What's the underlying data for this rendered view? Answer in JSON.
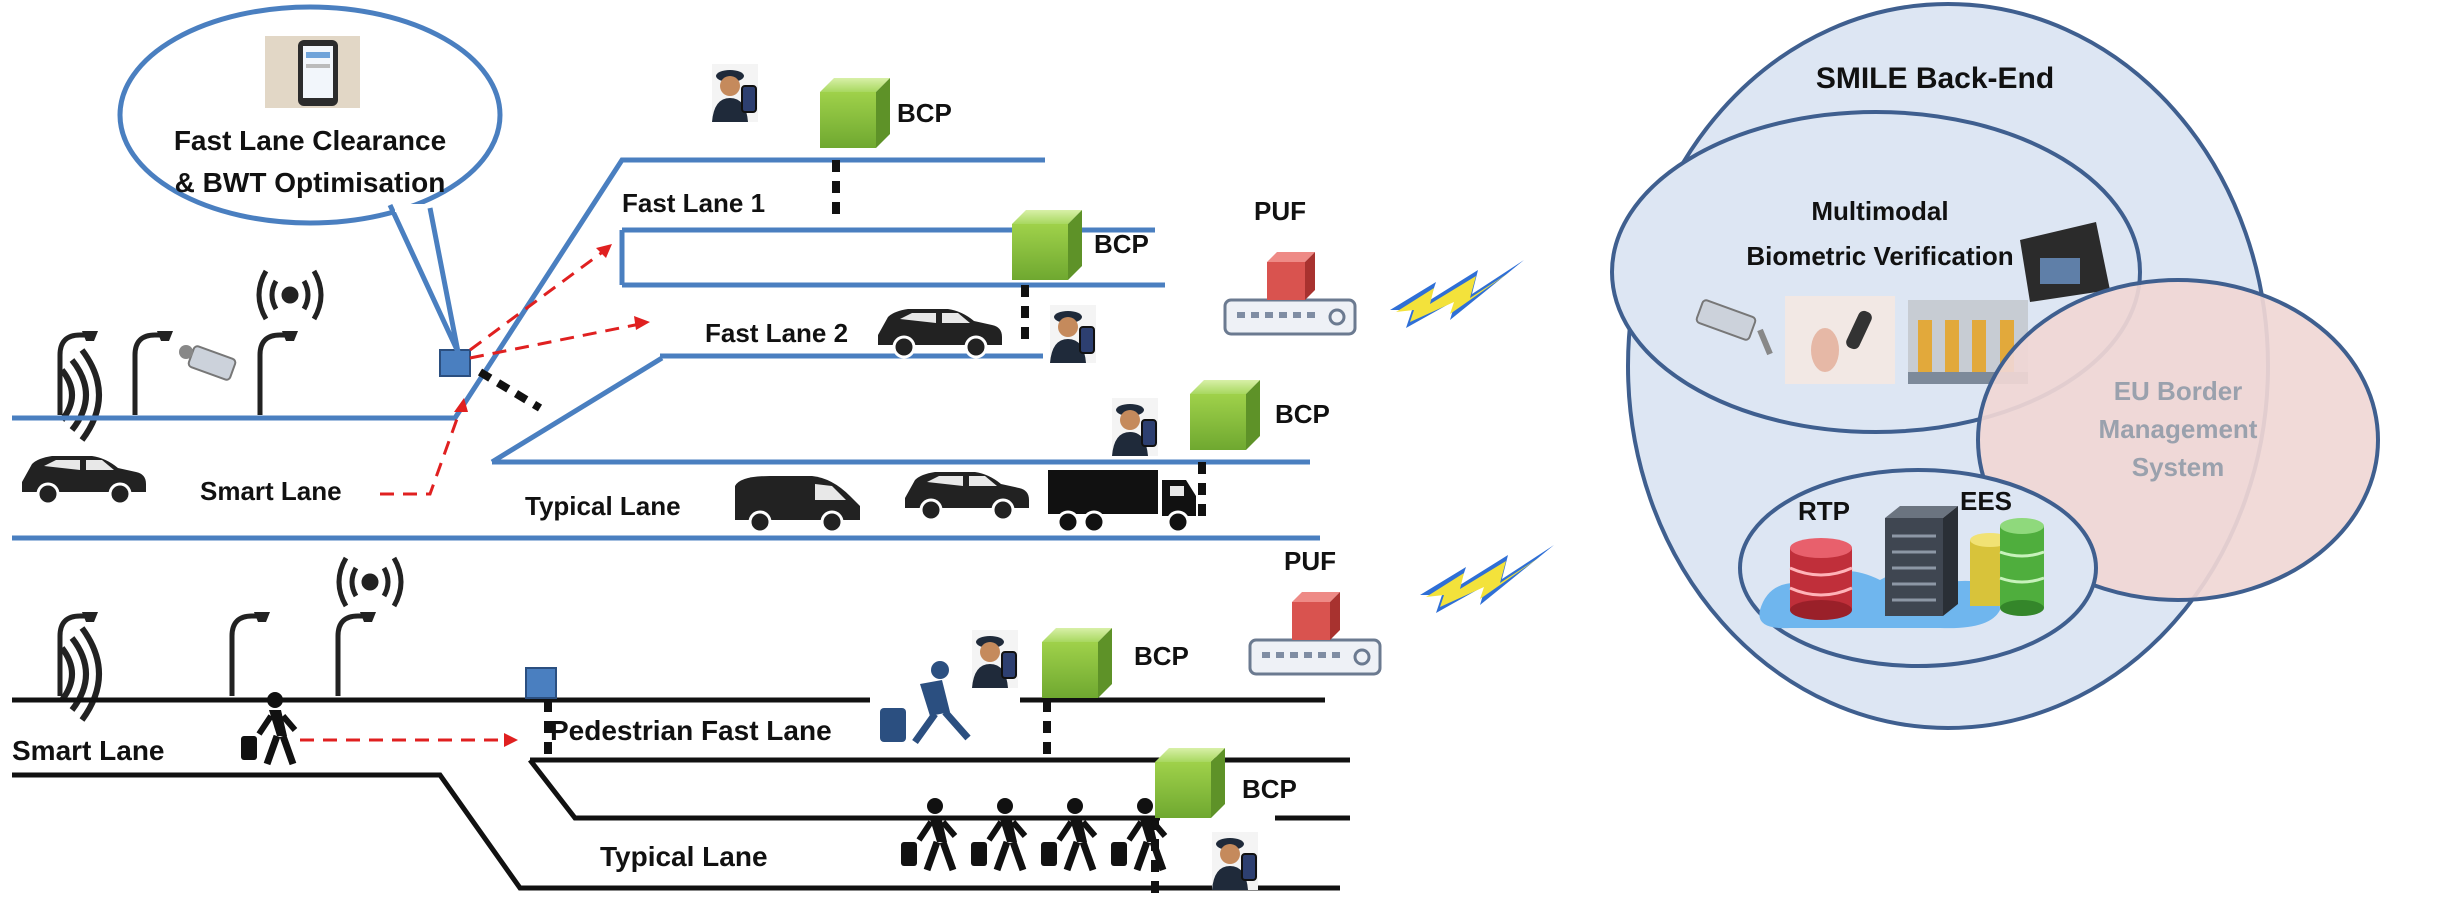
{
  "callout": {
    "line1": "Fast Lane Clearance",
    "line2": "& BWT Optimisation"
  },
  "vehicle": {
    "fast_lane_1": "Fast Lane 1",
    "fast_lane_2": "Fast Lane 2",
    "smart_lane": "Smart Lane",
    "typical_lane": "Typical Lane"
  },
  "pedestrian": {
    "smart_lane": "Smart Lane",
    "fast_lane": "Pedestrian Fast Lane",
    "typical_lane": "Typical Lane"
  },
  "bcp": {
    "label": "BCP"
  },
  "puf": {
    "label": "PUF"
  },
  "backend": {
    "title": "SMILE Back-End",
    "biometric_line1": "Multimodal",
    "biometric_line2": "Biometric Verification",
    "eu_line1": "EU Border",
    "eu_line2": "Management",
    "eu_line3": "System",
    "rtp": "RTP",
    "ees": "EES"
  },
  "colors": {
    "lane_blue": "#4a7fc0",
    "bcp_green": "#8ec63f",
    "puf_red": "#d9534f",
    "arrow_red": "#e02020",
    "lightning_blue": "#2f6fd6",
    "lightning_yellow": "#f3e23b",
    "backend_fill": "#dde6f3",
    "eu_fill": "#f0d7d5"
  }
}
